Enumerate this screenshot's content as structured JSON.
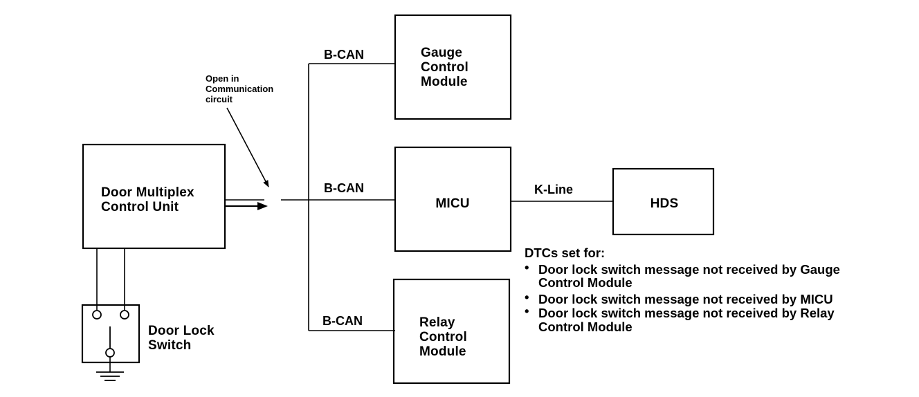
{
  "annotation": {
    "lines": [
      "Open in",
      "Communication",
      "circuit"
    ]
  },
  "bus_labels": {
    "gauge": "B-CAN",
    "micu": "B-CAN",
    "relay": "B-CAN",
    "hds": "K-Line"
  },
  "modules": {
    "door_mux": [
      "Door Multiplex",
      "Control Unit"
    ],
    "gauge": [
      "Gauge",
      "Control",
      "Module"
    ],
    "micu": [
      "MICU"
    ],
    "relay": [
      "Relay",
      "Control",
      "Module"
    ],
    "hds": [
      "HDS"
    ]
  },
  "switch": {
    "lines": [
      "Door Lock",
      "Switch"
    ]
  },
  "dtc": {
    "heading": "DTCs set for:",
    "bullet": "•",
    "items": [
      [
        "Door lock switch message not received by Gauge",
        "Control Module"
      ],
      [
        "Door lock switch message not received by MICU"
      ],
      [
        "Door lock switch message not received by Relay",
        "Control Module"
      ]
    ]
  }
}
